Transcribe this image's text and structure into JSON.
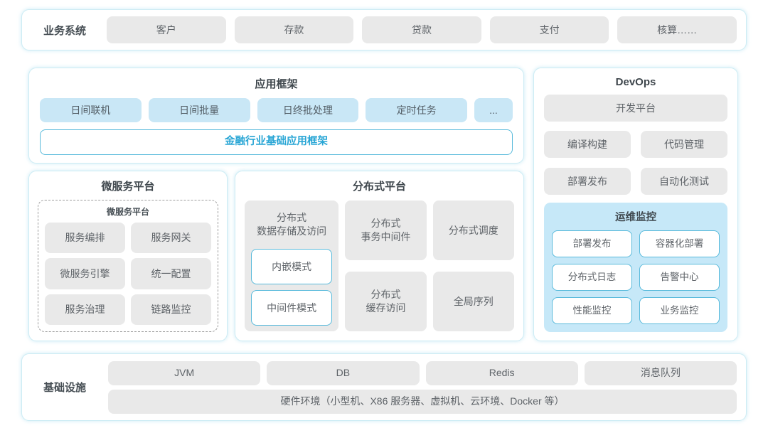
{
  "business_systems": {
    "label": "业务系统",
    "items": [
      "客户",
      "存款",
      "贷款",
      "支付",
      "核算……"
    ]
  },
  "app_framework": {
    "title": "应用框架",
    "items": [
      "日间联机",
      "日间批量",
      "日终批处理",
      "定时任务",
      "..."
    ],
    "base_framework": "金融行业基础应用框架"
  },
  "devops": {
    "title": "DevOps",
    "dev_platform": "开发平台",
    "items": [
      "编译构建",
      "代码管理",
      "部署发布",
      "自动化测试"
    ],
    "ops_monitoring": {
      "title": "运维监控",
      "items": [
        "部署发布",
        "容器化部署",
        "分布式日志",
        "告警中心",
        "性能监控",
        "业务监控"
      ]
    }
  },
  "microservice_platform": {
    "title": "微服务平台",
    "inner_title": "微服务平台",
    "items": [
      "服务编排",
      "服务网关",
      "微服务引擎",
      "统一配置",
      "服务治理",
      "链路监控"
    ]
  },
  "distributed_platform": {
    "title": "分布式平台",
    "data_storage": {
      "label": "分布式\n数据存储及访问",
      "modes": [
        "内嵌模式",
        "中间件模式"
      ]
    },
    "items": [
      "分布式\n事务中间件",
      "分布式调度",
      "分布式\n缓存访问",
      "全局序列"
    ]
  },
  "infrastructure": {
    "label": "基础设施",
    "items": [
      "JVM",
      "DB",
      "Redis",
      "消息队列"
    ],
    "hardware": "硬件环境（小型机、X86 服务器、虚拟机、云环境、Docker 等）"
  },
  "colors": {
    "section_border": "#cdecf4",
    "light_blue_fill": "#c9e7f6",
    "ops_panel_fill": "#c6e8f8",
    "cyan_border": "#58badb",
    "accent_text": "#29a6d5",
    "gray_fill": "#e9e9e9"
  }
}
